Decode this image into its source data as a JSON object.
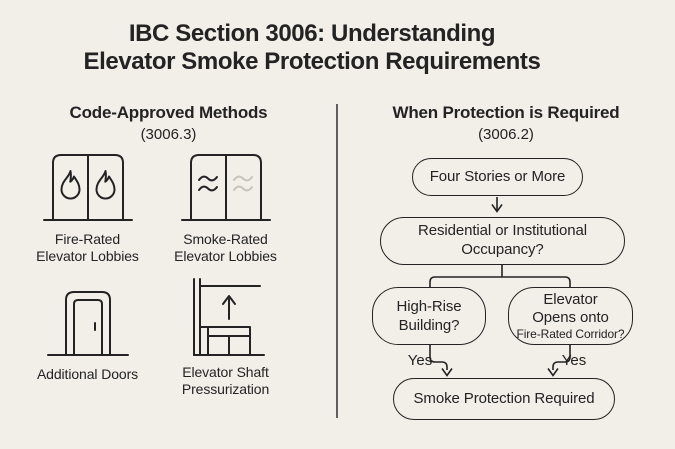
{
  "title": {
    "line1": "IBC Section 3006: Understanding",
    "line2": "Elevator Smoke Protection Requirements"
  },
  "left_panel": {
    "heading": "Code-Approved Methods",
    "subheading": "(3006.3)",
    "methods": [
      {
        "icon": "fire-rated-elevator-lobby-icon",
        "label": "Fire-Rated\nElevator Lobbies"
      },
      {
        "icon": "smoke-rated-elevator-lobby-icon",
        "label": "Smoke-Rated\nElevator Lobbies"
      },
      {
        "icon": "additional-doors-icon",
        "label": "Additional Doors"
      },
      {
        "icon": "elevator-shaft-pressurization-icon",
        "label": "Elevator Shaft\nPressurization"
      }
    ]
  },
  "right_panel": {
    "heading": "When Protection is Required",
    "subheading": "(3006.2)",
    "flowchart": {
      "node_start": "Four Stories or More",
      "node_occupancy": "Residential or Institutional\nOccupancy?",
      "node_highrise": "High-Rise\nBuilding?",
      "node_elevator_main": "Elevator\nOpens onto",
      "node_elevator_small": "Fire-Rated Corridor?",
      "node_result": "Smoke Protection Required",
      "yes_left": "Yes",
      "yes_right": "Yes"
    }
  },
  "colors": {
    "background": "#f2efe9",
    "ink": "#232323",
    "light_stroke": "#c9c4bb",
    "divider": "#5f5f5f"
  }
}
